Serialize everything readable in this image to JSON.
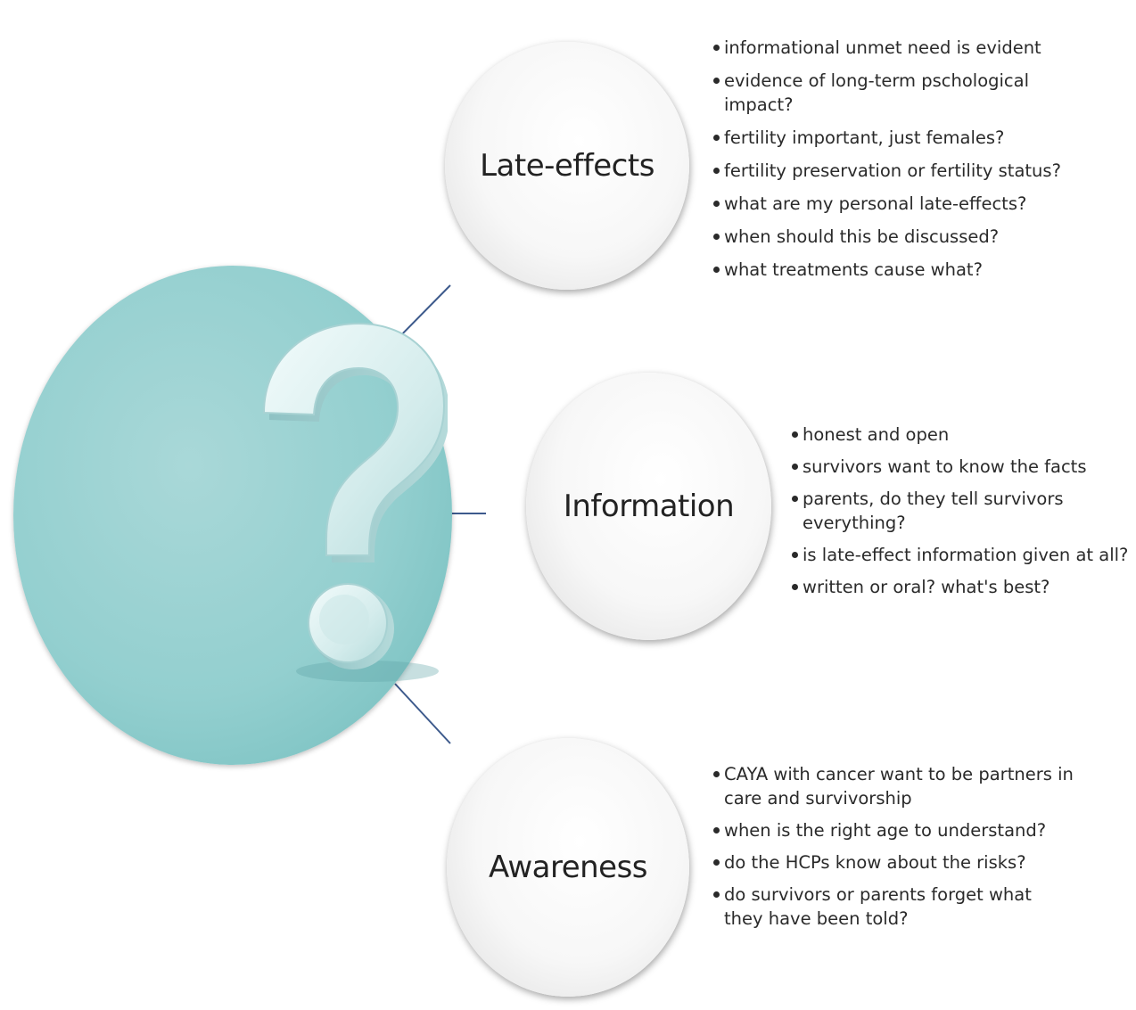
{
  "diagram": {
    "center_icon": "question-mark-icon",
    "colors": {
      "center_circle": "#93cfcf",
      "connector": "#3d5a8c",
      "node_fill": "#f7f7f7"
    },
    "nodes": [
      {
        "id": "late",
        "title": "Late-effects",
        "bullets": [
          "informational unmet need is evident",
          "evidence of long-term pschological impact?",
          "fertility important, just females?",
          "fertility preservation or fertility status?",
          "what are my personal late-effects?",
          "when should this be discussed?",
          "what treatments cause what?"
        ]
      },
      {
        "id": "info",
        "title": "Information",
        "bullets": [
          "honest and open",
          "survivors want to know the facts",
          "parents, do they tell survivors everything?",
          "is late-effect information given at all?",
          "written or oral? what's best?"
        ]
      },
      {
        "id": "aware",
        "title": "Awareness",
        "bullets": [
          "CAYA with cancer want to be partners in care and survivorship",
          "when is the right age to understand?",
          "do the HCPs know about the risks?",
          "do survivors or parents forget what they have been told?"
        ]
      }
    ]
  }
}
